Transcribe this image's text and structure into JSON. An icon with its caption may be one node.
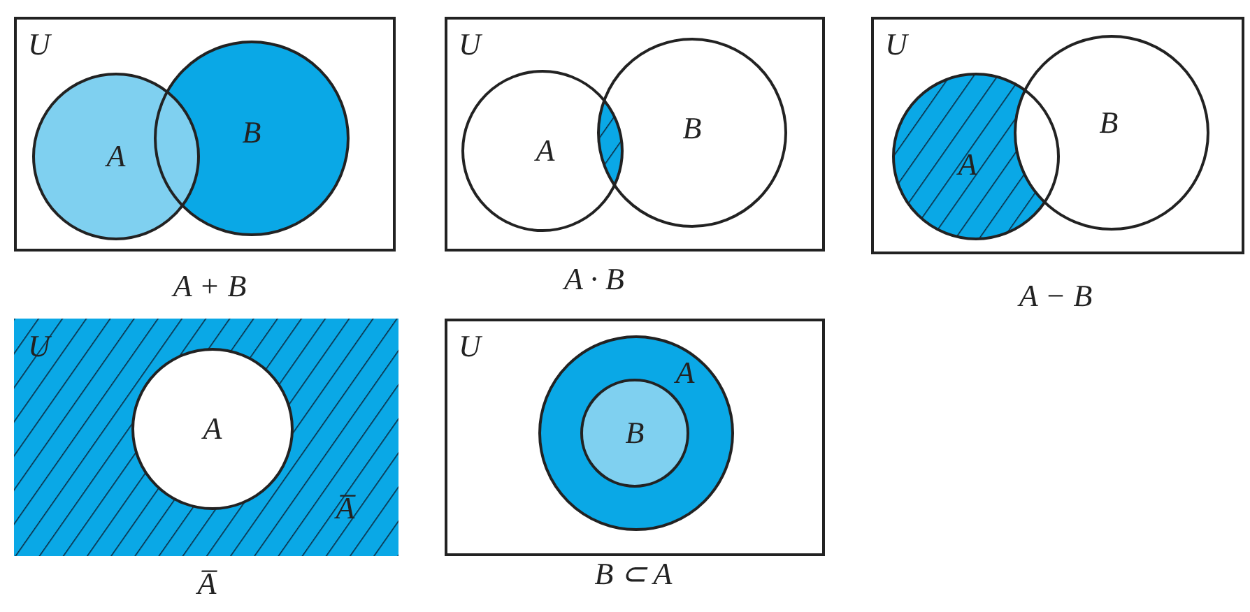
{
  "diagram": {
    "nodes": [
      {
        "text": [
          "U"
        ],
        "beside": [
          "A + B"
        ]
      },
      {
        "text": [
          "A"
        ],
        "in": 0
      },
      {
        "text": [
          "B"
        ],
        "in": 0
      },
      {
        "text": [
          "U"
        ],
        "beside": [
          "A · B"
        ]
      },
      {
        "text": [
          "A"
        ],
        "in": 3
      },
      {
        "text": [
          "B"
        ],
        "in": 3
      },
      {
        "text": [
          "U"
        ],
        "beside": [
          "A − B"
        ]
      },
      {
        "text": [
          "A"
        ],
        "in": 6
      },
      {
        "text": [
          "B"
        ],
        "in": 6
      },
      {
        "text": [
          "U",
          "A̅"
        ],
        "beside": [
          "A̅"
        ]
      },
      {
        "text": [
          "A"
        ],
        "in": 9
      },
      {
        "text": [
          "U"
        ],
        "beside": [
          "B ⊂ A"
        ]
      },
      {
        "text": [
          "A"
        ],
        "in": 11
      },
      {
        "text": [
          "B"
        ],
        "in": 12
      }
    ]
  }
}
